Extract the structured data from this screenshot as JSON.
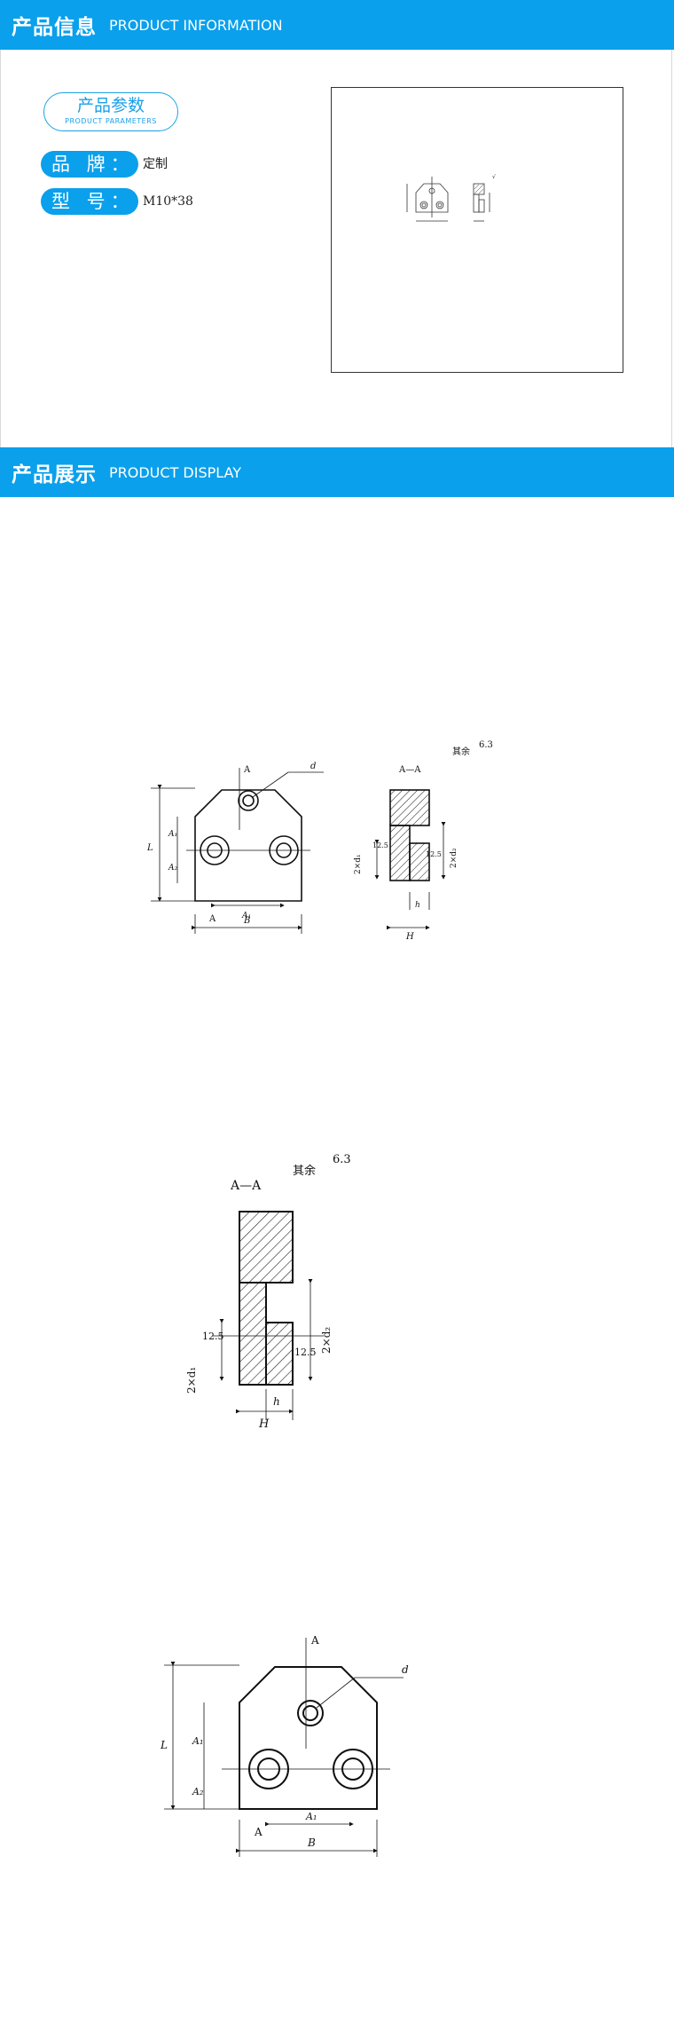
{
  "info_header": {
    "cn": "产品信息",
    "en": "PRODUCT INFORMATION"
  },
  "params_badge": {
    "cn": "产品参数",
    "en": "PRODUCT PARAMETERS"
  },
  "fields": {
    "brand": {
      "label": "品 牌：",
      "value": "定制"
    },
    "model": {
      "label": "型 号：",
      "value": "M10*38"
    }
  },
  "display_header": {
    "cn": "产品展示",
    "en": "PRODUCT DISPLAY"
  },
  "drawing_labels": {
    "section": "A—A",
    "others": "其余",
    "rough_main": "6.3",
    "rough_small": "12.5",
    "A": "A",
    "d": "d",
    "L": "L",
    "A1": "A₁",
    "A2": "A₂",
    "B": "B",
    "H": "H",
    "h": "h",
    "two_d1": "2×d₁",
    "two_d2": "2×d₂"
  }
}
